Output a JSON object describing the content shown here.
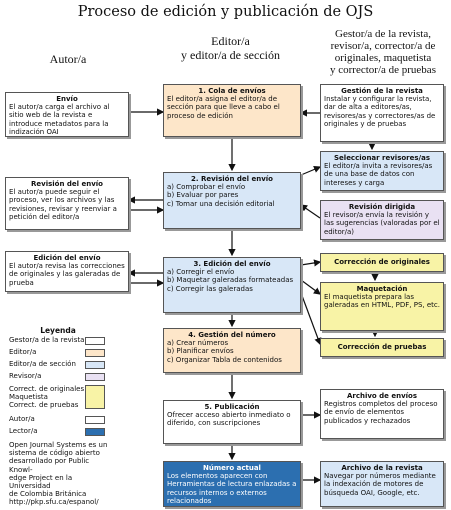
{
  "title": "Proceso de edición y publicación de OJS",
  "columns": {
    "author": "Autor/a",
    "editor": [
      "Editor/a",
      "y editor/a de sección"
    ],
    "manager": [
      "Gestor/a de la revista,",
      "revisor/a, corrector/a de",
      "originales, maquetista",
      "y corrector/a de pruebas"
    ]
  },
  "boxes": {
    "envio": {
      "title": "Envío",
      "text": "El autor/a carga el archivo al sitio web de la revista e introduce metadatos para la indización OAI"
    },
    "cola": {
      "title": "1. Cola de envíos",
      "text": "El editor/a asigna el editor/a de sección para que lleve a cabo el proceso de edición"
    },
    "gestion": {
      "title": "Gestión de la revista",
      "text": "Instalar y configurar la revista, dar de alta a editores/as, revisores/as y correctores/as de originales y de pruebas"
    },
    "seleccionar": {
      "title": "Seleccionar revisores/as",
      "text": "El editor/a invita a revisores/as de una base de datos con intereses y carga"
    },
    "rev_envio_autor": {
      "title": "Revisión del envío",
      "text": "El autor/a puede seguir el proceso, ver los archivos y las revisiones, revisar y reenviar a petición del editor/a"
    },
    "rev_envio": {
      "title": "2. Revisión del envío",
      "items": [
        "a) Comprobar el envío",
        "b) Evaluar por pares",
        "c) Tomar una decisión editorial"
      ]
    },
    "rev_dirigida": {
      "title": "Revisión dirigida",
      "text": "El revisor/a envía la revisión y las sugerencias (valoradas por el editor/a)"
    },
    "edicion_autor": {
      "title": "Edición del envío",
      "text": "El autor/a revisa las correcciones de originales y las galeradas de prueba"
    },
    "edicion": {
      "title": "3. Edición del envío",
      "items": [
        "a) Corregir el envío",
        "b) Maquetar galeradas formateadas",
        "c) Corregir las galeradas"
      ]
    },
    "correccion_orig": {
      "title": "Corrección de originales"
    },
    "maquetacion": {
      "title": "Maquetación",
      "text": "El maquetista prepara las galeradas en HTML, PDF, PS, etc."
    },
    "correccion_pruebas": {
      "title": "Corrección de pruebas"
    },
    "gestion_num": {
      "title": "4. Gestión del número",
      "items": [
        "a) Crear números",
        "b) Planificar envíos",
        "c) Organizar Tabla de contenidos"
      ]
    },
    "publicacion": {
      "title": "5. Publicación",
      "text": "Ofrecer acceso abierto inmediato o diferido, con suscripciones"
    },
    "archivo_envios": {
      "title": "Archivo de envíos",
      "text": "Registros completos del proceso de envío de elementos publicados y rechazados"
    },
    "numero_actual": {
      "title": "Número actual",
      "text": "Los elementos aparecen con Herramientas de lectura enlazadas a recursos internos o externos relacionados"
    },
    "archivo_revista": {
      "title": "Archivo de la revista",
      "text": "Navegar por números mediante la indexación de motores de búsqueda OAI, Google, etc."
    }
  },
  "legend": {
    "title": "Leyenda",
    "items": [
      "Gestor/a de la revista",
      "Editor/a",
      "Editor/a de sección",
      "Revisor/a",
      "Correct. de originales",
      "Maquetista",
      "Correct. de pruebas",
      "Autor/a",
      "Lector/a"
    ],
    "footer": [
      "Open Journal Systems es un",
      "sistema de código abierto",
      "desarrollado por Public Knowl-",
      "edge Project en la Universidad",
      "de Colombia Británica",
      "http://pkp.sfu.ca/espanol/"
    ]
  },
  "colors": {
    "orange": "#fde6c9",
    "blue_light": "#d8e7f7",
    "yellow": "#f8f3a6",
    "purple": "#e9e1f3",
    "blue_dark": "#2c6fb0"
  }
}
